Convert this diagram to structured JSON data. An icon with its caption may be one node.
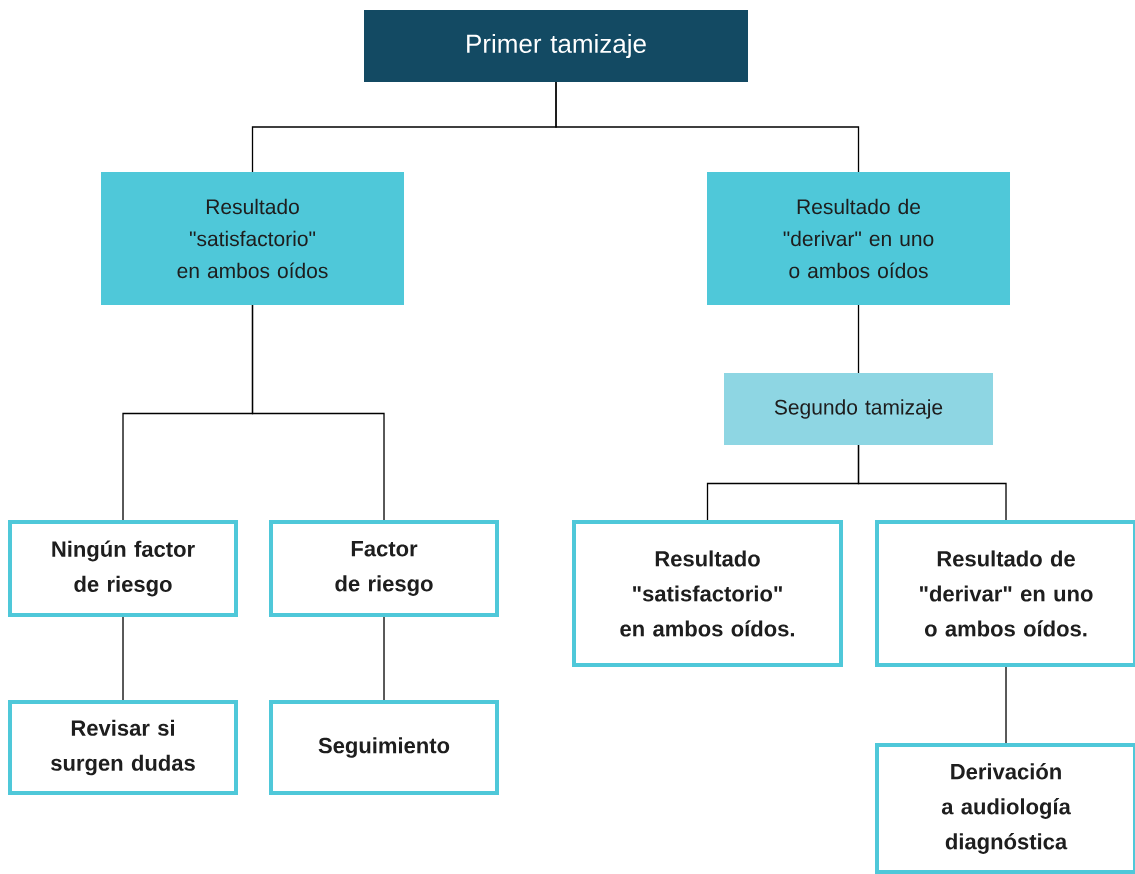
{
  "diagram": {
    "nodes": [
      {
        "text": [
          "Primer tamizaje"
        ]
      },
      {
        "text": [
          "Resultado \"satisfactorio\" en ambos oídos"
        ]
      },
      {
        "text": [
          "Resultado de \"derivar\" en uno o ambos oídos"
        ]
      },
      {
        "text": [
          "Ningún factor de riesgo"
        ]
      },
      {
        "text": [
          "Factor de riesgo"
        ]
      },
      {
        "text": [
          "Revisar si surgen dudas"
        ]
      },
      {
        "text": [
          "Seguimiento"
        ]
      },
      {
        "text": [
          "Segundo tamizaje"
        ]
      },
      {
        "text": [
          "Resultado \"satisfactorio\" en ambos oídos."
        ]
      },
      {
        "text": [
          "Resultado de \"derivar\" en uno o ambos oídos."
        ]
      },
      {
        "text": [
          "Derivación a audiología diagnóstica"
        ]
      }
    ],
    "edges": [
      {
        "from": 0,
        "to": 1,
        "arrow": "none"
      },
      {
        "from": 0,
        "to": 2,
        "arrow": "none"
      },
      {
        "from": 1,
        "to": 3,
        "arrow": "none"
      },
      {
        "from": 1,
        "to": 4,
        "arrow": "none"
      },
      {
        "from": 3,
        "to": 5,
        "arrow": "none"
      },
      {
        "from": 4,
        "to": 6,
        "arrow": "none"
      },
      {
        "from": 2,
        "to": 7,
        "arrow": "none"
      },
      {
        "from": 7,
        "to": 8,
        "arrow": "none"
      },
      {
        "from": 7,
        "to": 9,
        "arrow": "none"
      },
      {
        "from": 9,
        "to": 10,
        "arrow": "none"
      }
    ]
  }
}
